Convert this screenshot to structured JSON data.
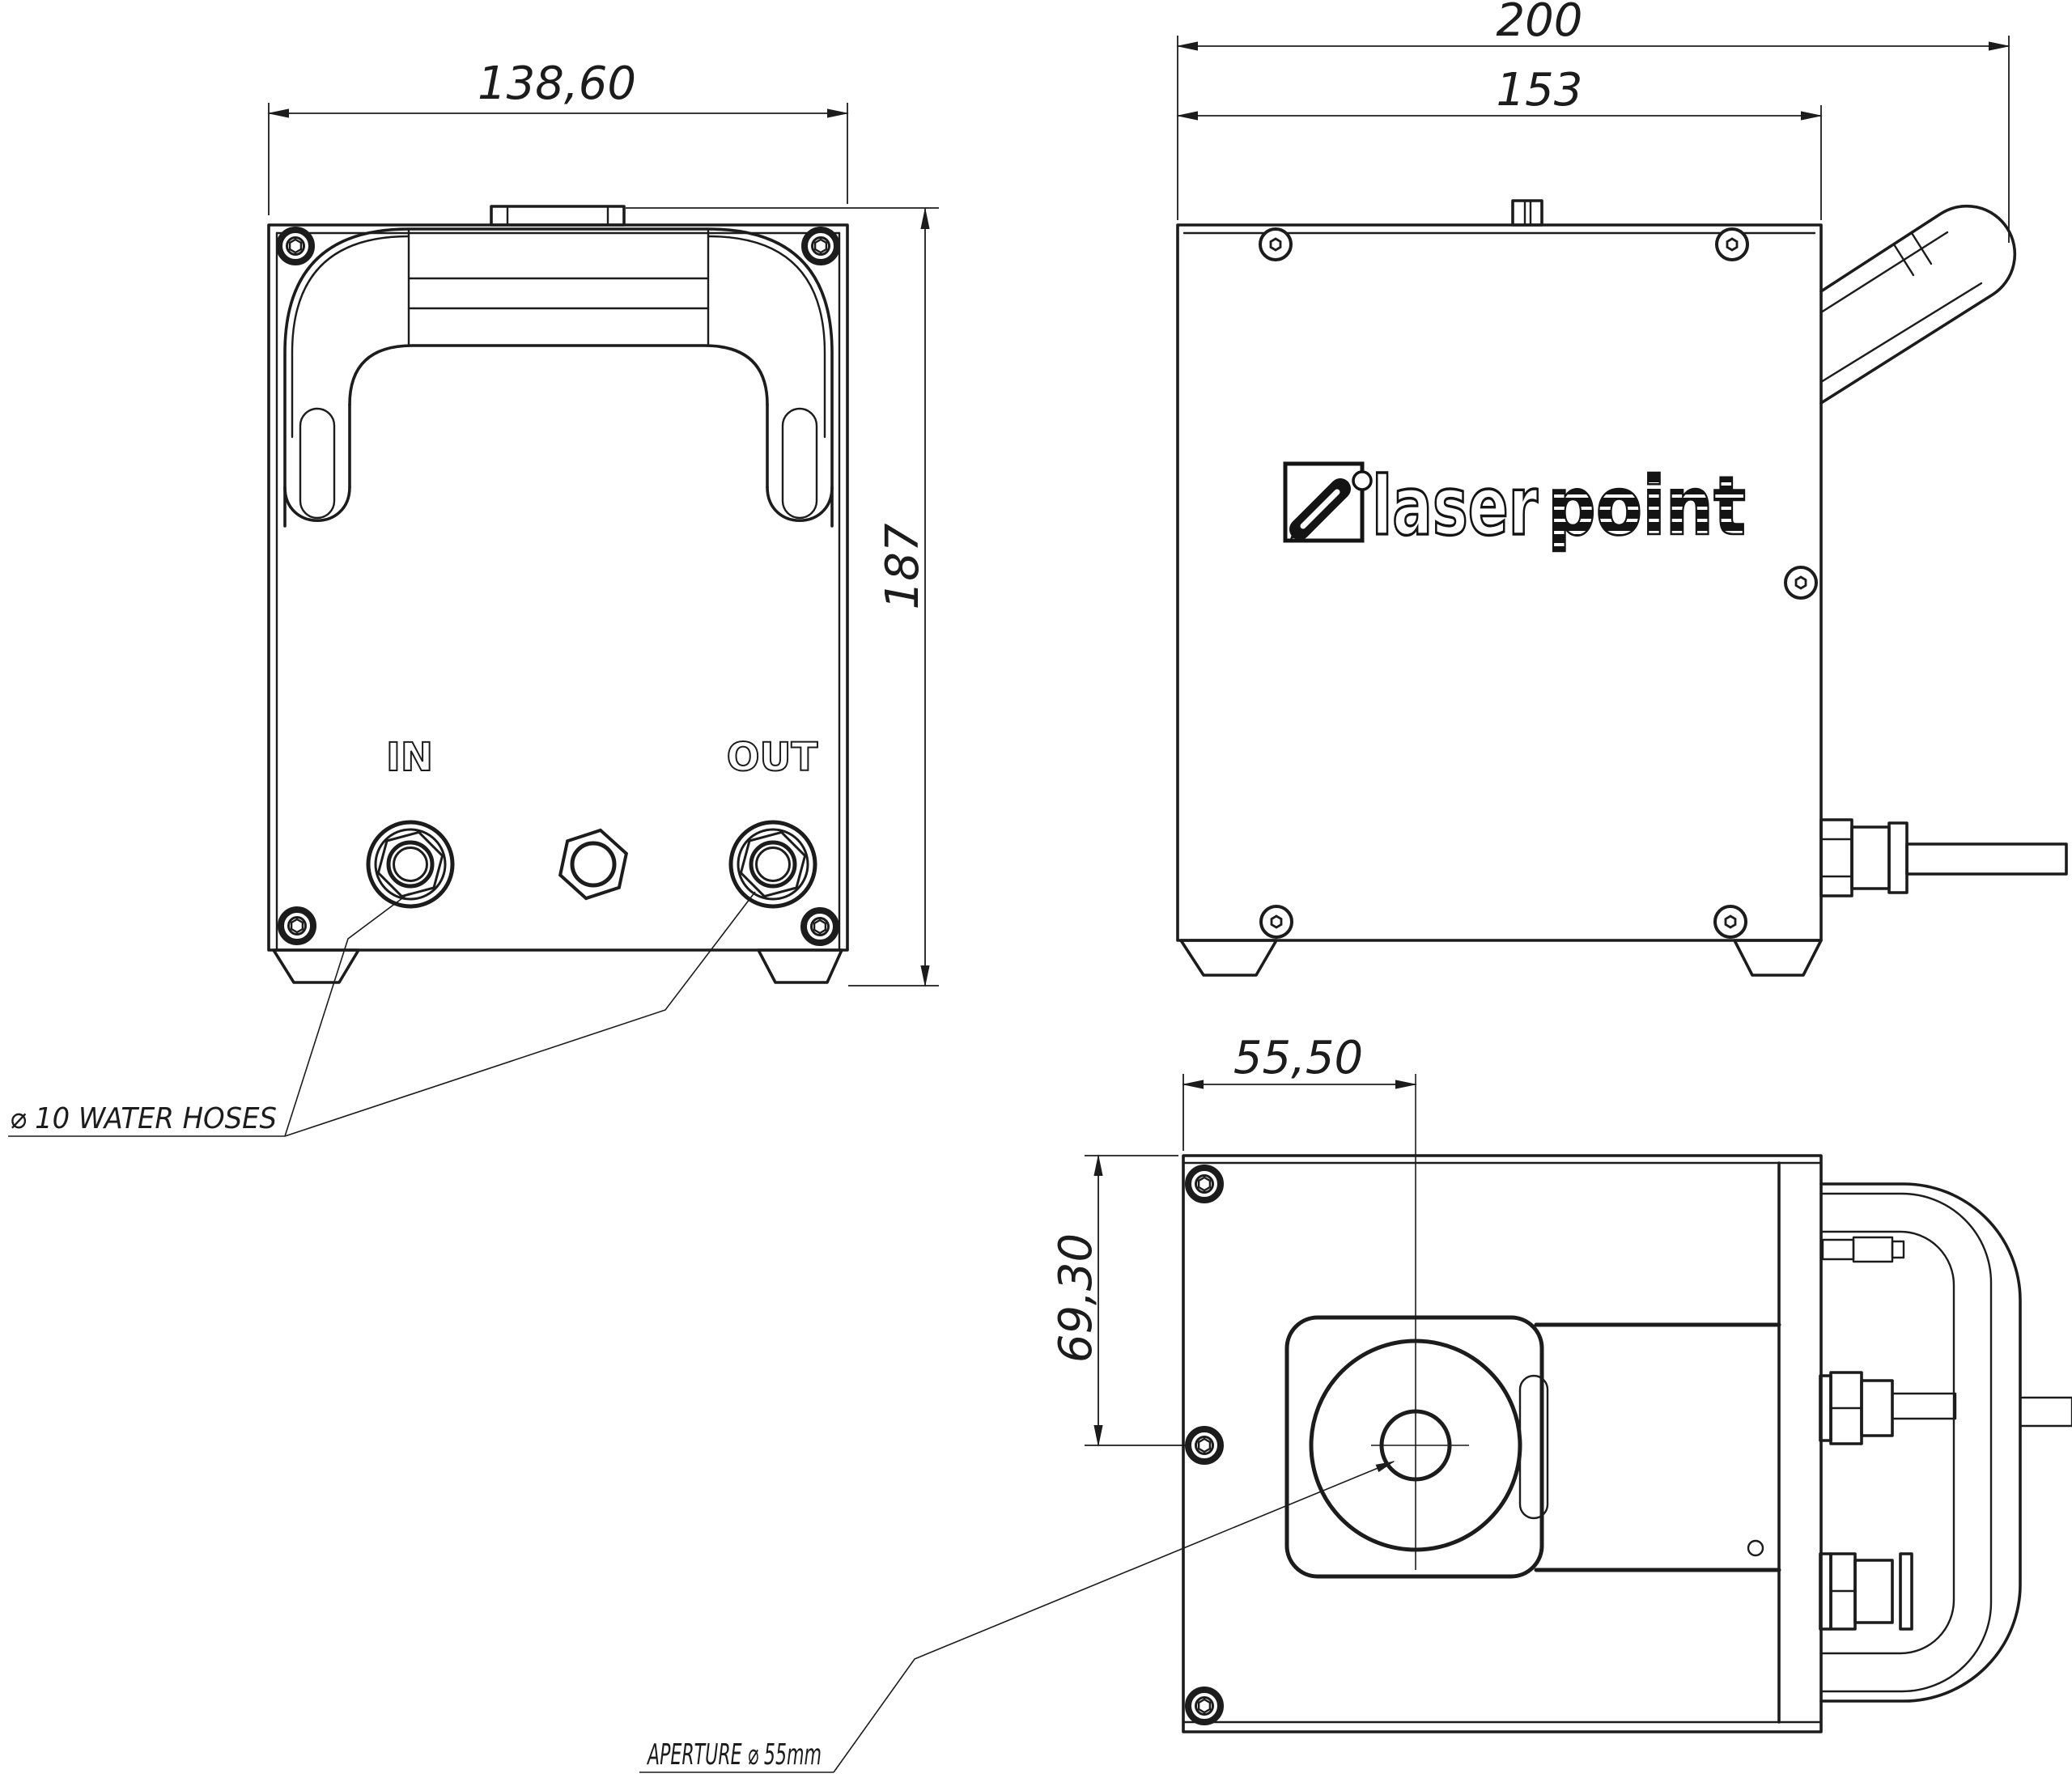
{
  "colors": {
    "background": "#ffffff",
    "ink": "#1c1c1c"
  },
  "front_view": {
    "dim_width": "138,60",
    "dim_height": "187",
    "port_in_label": "IN",
    "port_out_label": "OUT",
    "water_hoses_note": "⌀ 10 WATER HOSES"
  },
  "side_view": {
    "dim_depth_overall": "200",
    "dim_depth_body": "153",
    "logo": {
      "word_outline": "laser",
      "word_solid": "point"
    }
  },
  "top_view": {
    "dim_center_offset": "55,50",
    "dim_center_height": "69,30",
    "aperture_note": "APERTURE ⌀ 55mm"
  }
}
